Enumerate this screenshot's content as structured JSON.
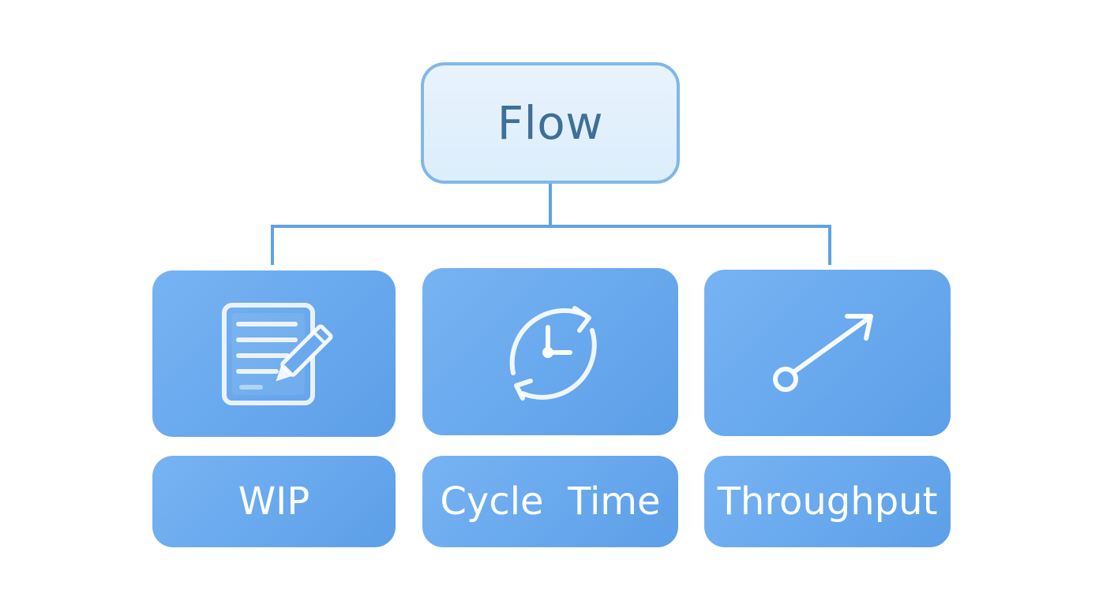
{
  "root": {
    "label": "Flow"
  },
  "children": [
    {
      "label": "WIP",
      "icon": "document-pencil-icon"
    },
    {
      "label": "Cycle  Time",
      "icon": "clock-cycle-icon"
    },
    {
      "label": "Throughput",
      "icon": "arrow-up-right-icon"
    }
  ],
  "colors": {
    "root_border": "#7fb7ea",
    "root_fill": "#e2f0fc",
    "root_text": "#3f6f97",
    "card_fill": "#6aa9ee",
    "connector": "#5ea2e6",
    "card_text": "#ffffff"
  }
}
